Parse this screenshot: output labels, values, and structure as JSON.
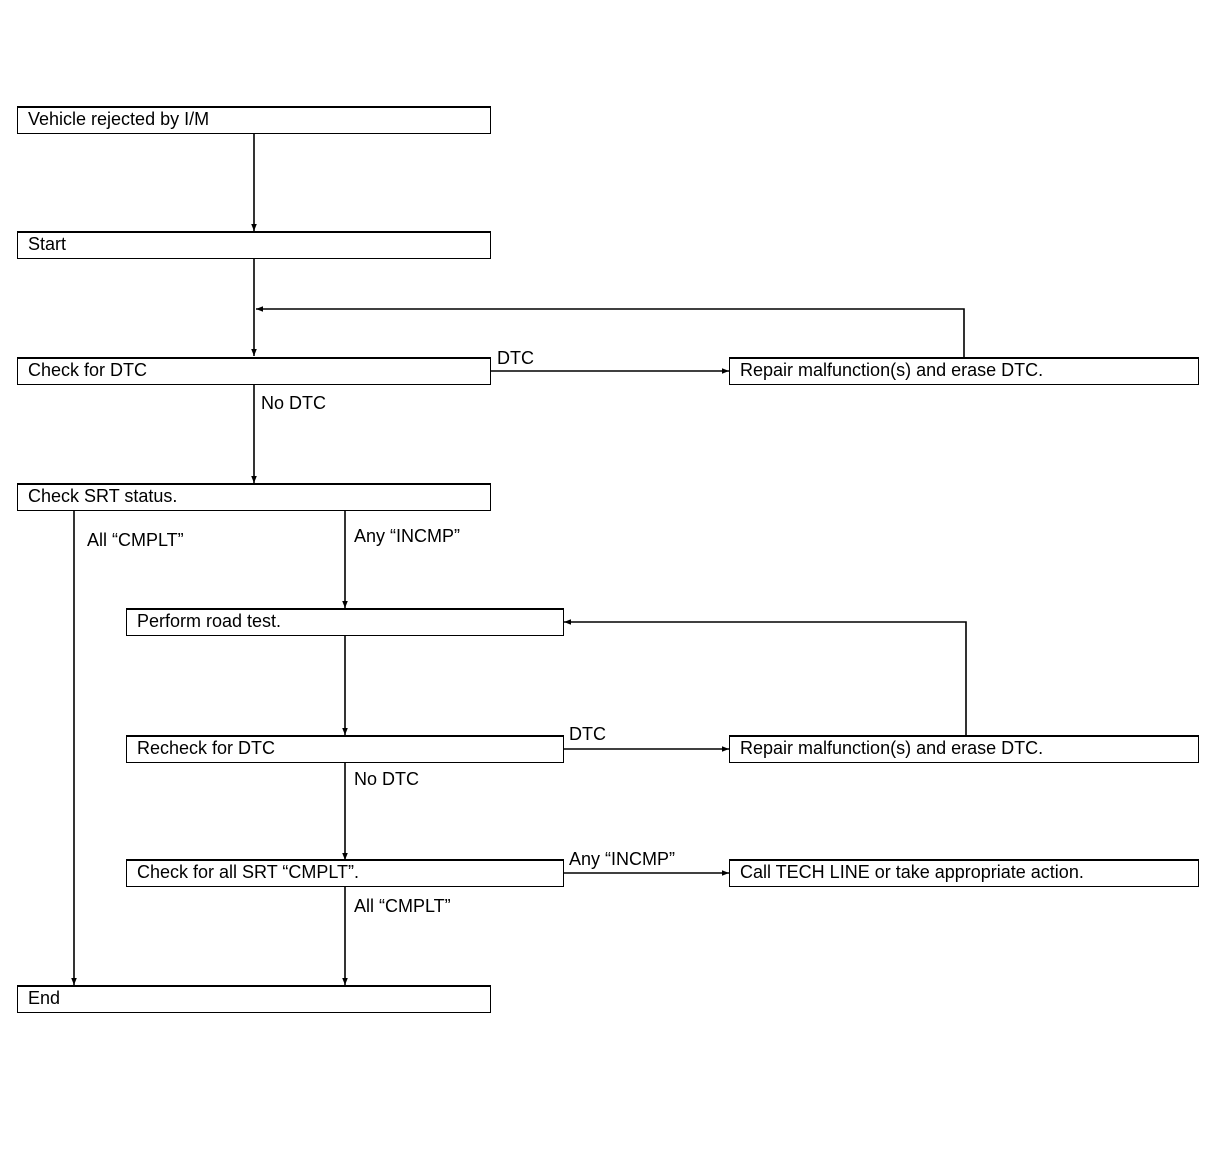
{
  "nodes": {
    "rejected": "Vehicle rejected by I/M",
    "start": "Start",
    "check_dtc": "Check for DTC",
    "repair_1": "Repair malfunction(s) and erase DTC.",
    "check_srt": "Check SRT status.",
    "road_test": "Perform road test.",
    "recheck_dtc": "Recheck for DTC",
    "repair_2": "Repair malfunction(s) and erase DTC.",
    "check_all_srt": "Check for all SRT “CMPLT”.",
    "tech_line": "Call TECH LINE or take appropriate action.",
    "end": "End"
  },
  "edge_labels": {
    "dtc_1": "DTC",
    "no_dtc_1": "No DTC",
    "all_cmplt_1": "All “CMPLT”",
    "any_incmp_1": "Any “INCMP”",
    "dtc_2": "DTC",
    "no_dtc_2": "No DTC",
    "any_incmp_2": "Any “INCMP”",
    "all_cmplt_2": "All “CMPLT”"
  }
}
